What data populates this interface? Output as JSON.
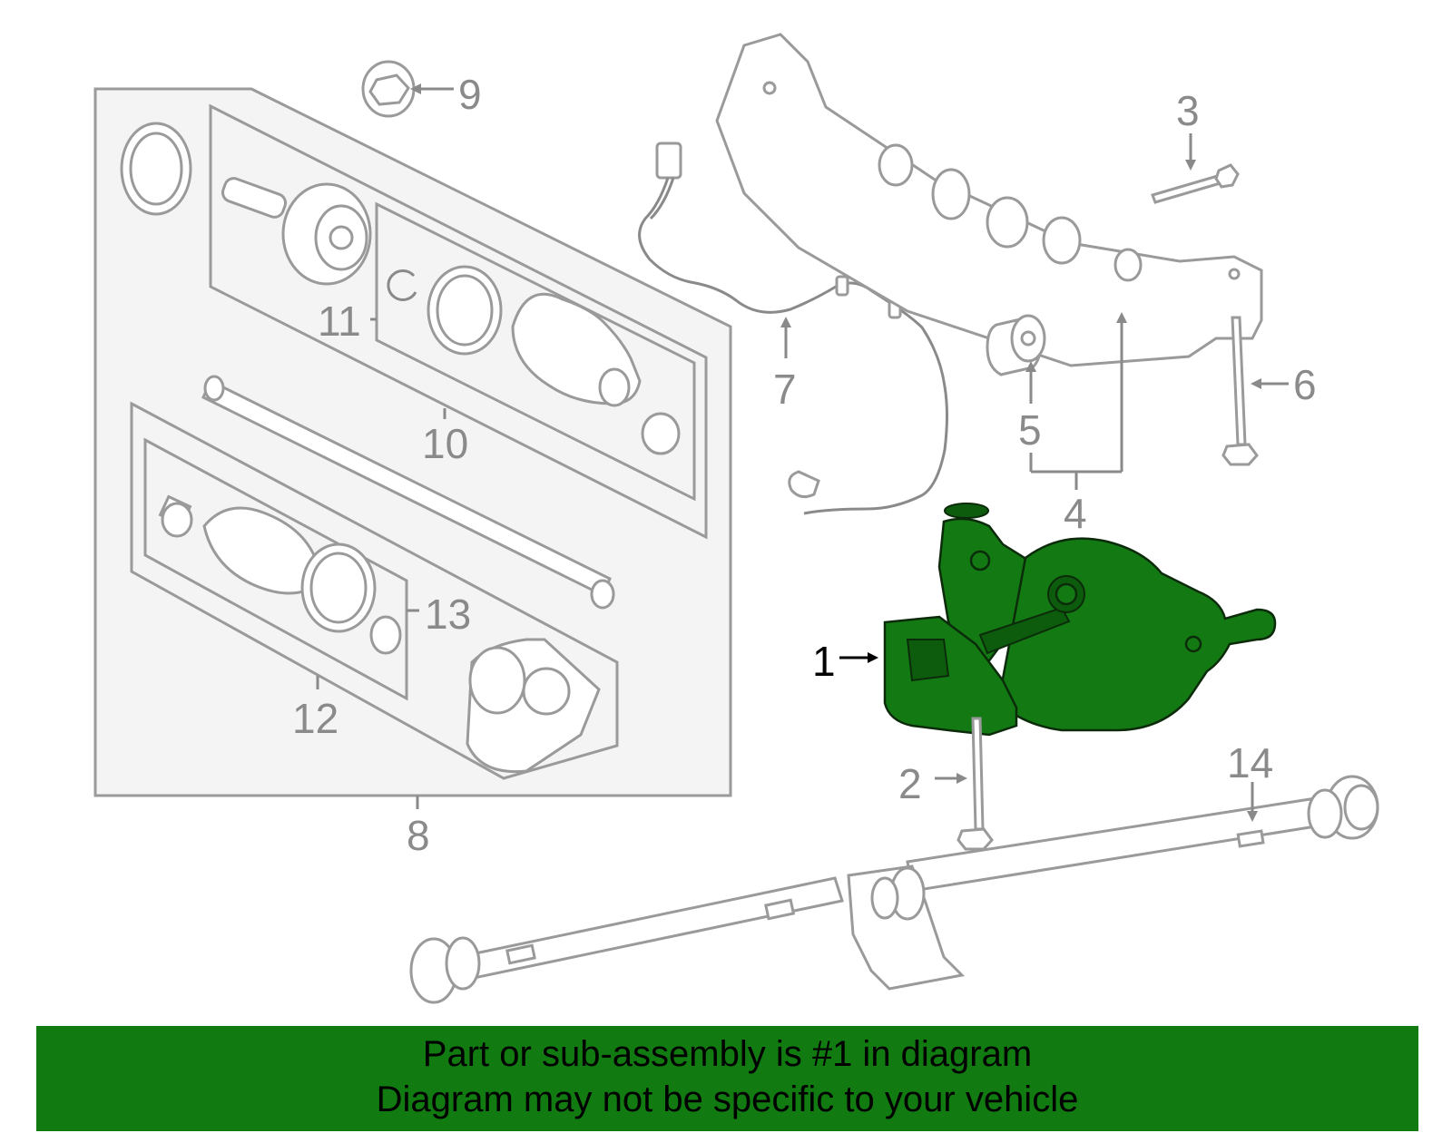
{
  "callouts": {
    "c1": "1",
    "c2": "2",
    "c3": "3",
    "c4": "4",
    "c5": "5",
    "c6": "6",
    "c7": "7",
    "c8": "8",
    "c9": "9",
    "c10": "10",
    "c11": "11",
    "c12": "12",
    "c13": "13",
    "c14": "14"
  },
  "highlighted_part": "1",
  "colors": {
    "highlight": "#137a13",
    "banner": "#117a11",
    "line": "#8a8a8a"
  },
  "banner": {
    "line1": "Part or sub-assembly is #1 in diagram",
    "line2": "Diagram may not be specific to your vehicle"
  }
}
